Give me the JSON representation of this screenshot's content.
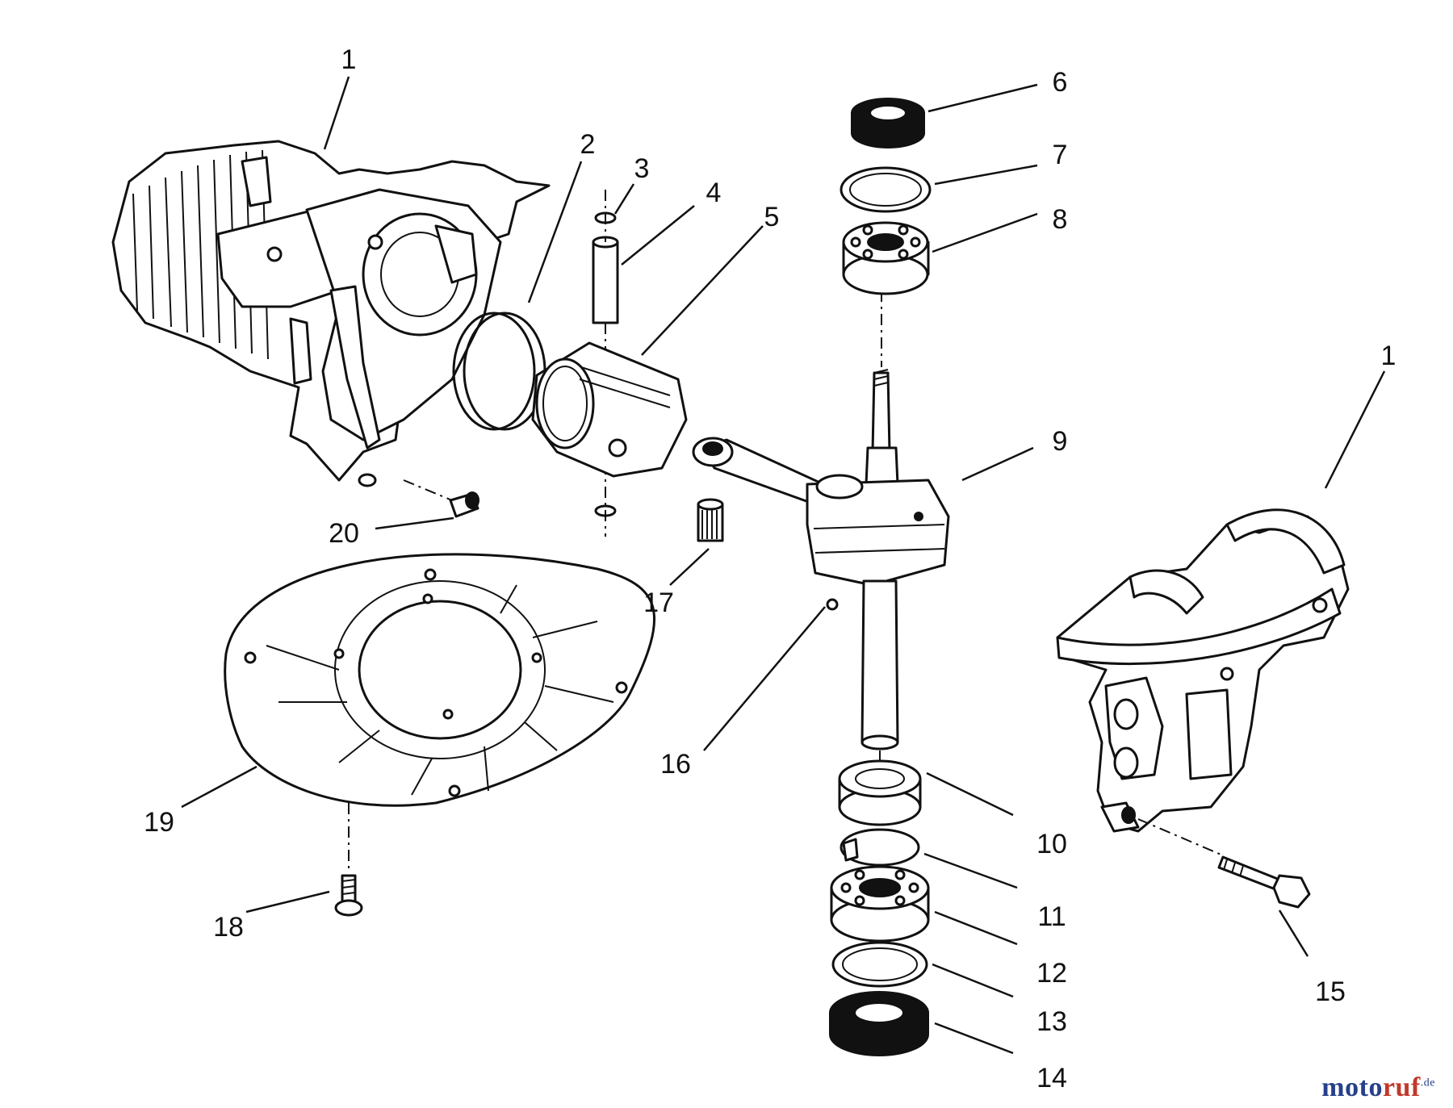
{
  "callouts": [
    "1",
    "2",
    "3",
    "4",
    "5",
    "6",
    "7",
    "8",
    "9",
    "10",
    "11",
    "12",
    "13",
    "14",
    "15",
    "16",
    "17",
    "18",
    "19",
    "20",
    "1"
  ],
  "watermark": {
    "part1": "moto",
    "part2": "ruf",
    "part3": ".de"
  },
  "colors": {
    "line": "#111111",
    "background": "#ffffff",
    "watermark_blue": "#27408b",
    "watermark_red": "#c0392b"
  }
}
